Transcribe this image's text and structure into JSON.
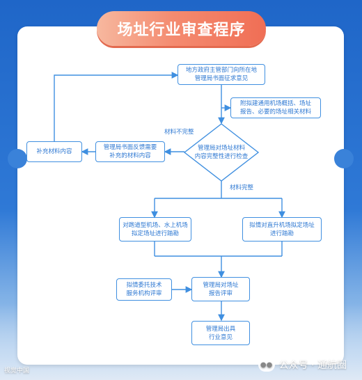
{
  "title": "场址行业审查程序",
  "nodes": {
    "n1": "地方政府主管部门向所在地\n管理局书面征求意见",
    "n2": "附拟建通用机场概括、场址\n报告、必要的场址相关材料",
    "n3": "管理局对场址材料\n内容完整性进行检查",
    "n4": "管理局书面反馈需要\n补充的材料内容",
    "n5": "补充材料内容",
    "n6": "对跑道型机场、水上机场\n拟定场址进行踏勘",
    "n7": "拟情对直升机场拟定场址\n进行踏勘",
    "n8": "拟情委托技术\n服务机构评审",
    "n9": "管理局对场址\n报告评审",
    "n10": "管理局出具\n行业意见"
  },
  "labels": {
    "incomplete": "材料不完整",
    "complete": "材料完整"
  },
  "watermark": {
    "text": "公众号 · 通航圈",
    "source": "视觉中国"
  },
  "colors": {
    "line": "#3f8fe0",
    "text": "#2e78d2",
    "title_bg": "#f48b70"
  }
}
